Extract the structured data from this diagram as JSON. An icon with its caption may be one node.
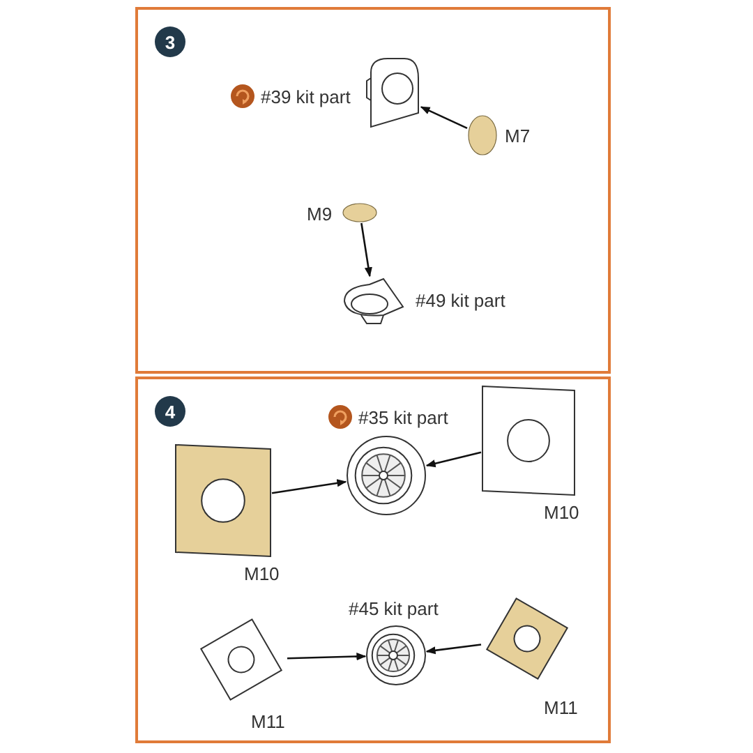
{
  "diagram": {
    "nodes": [
      {
        "text": [
          "3"
        ]
      },
      {
        "text": [],
        "shape": "picture",
        "beside": [
          "#39 kit part"
        ],
        "in": 0
      },
      {
        "text": [],
        "shape": "ellipse",
        "beside": [
          "M7"
        ],
        "in": 0
      },
      {
        "text": [],
        "shape": "ellipse",
        "beside": [
          "M9"
        ],
        "in": 0
      },
      {
        "text": [],
        "shape": "picture",
        "beside": [
          "#49 kit part"
        ],
        "in": 0
      },
      {
        "text": [
          "4"
        ]
      },
      {
        "text": [],
        "shape": "box",
        "beside": [
          "M10"
        ],
        "in": 5
      },
      {
        "text": [],
        "shape": "picture",
        "beside": [
          "#35 kit part"
        ],
        "in": 5
      },
      {
        "text": [],
        "shape": "box",
        "beside": [
          "M10"
        ],
        "in": 5
      },
      {
        "text": [],
        "shape": "box",
        "beside": [
          "M11"
        ],
        "in": 5
      },
      {
        "text": [],
        "shape": "picture",
        "beside": [
          "#45 kit part"
        ],
        "in": 5
      },
      {
        "text": [],
        "shape": "box",
        "beside": [
          "M11"
        ],
        "in": 5
      }
    ],
    "edges": [
      {
        "from": 2,
        "to": 1,
        "arrow": "to"
      },
      {
        "from": 3,
        "to": 4,
        "arrow": "to"
      },
      {
        "from": 6,
        "to": 7,
        "arrow": "to"
      },
      {
        "from": 8,
        "to": 7,
        "arrow": "to"
      },
      {
        "from": 9,
        "to": 10,
        "arrow": "to"
      },
      {
        "from": 11,
        "to": 10,
        "arrow": "to"
      }
    ]
  }
}
